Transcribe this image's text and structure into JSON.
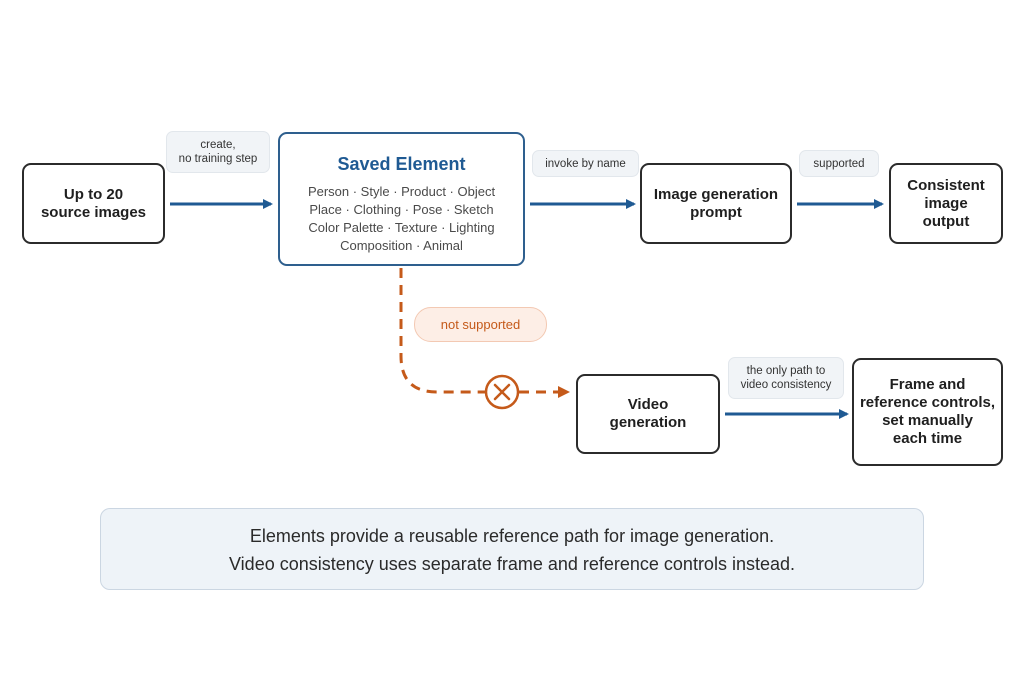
{
  "nodes": {
    "source": "Up to 20\nsource images",
    "prompt": "Image generation\nprompt",
    "output": "Consistent\nimage\noutput",
    "video": "Video\ngeneration",
    "frame": "Frame and\nreference controls,\nset manually\neach time"
  },
  "saved_element": {
    "title": "Saved Element",
    "types": [
      "Person · Style · Product · Object",
      "Place · Clothing · Pose · Sketch",
      "Color Palette · Texture · Lighting",
      "Composition · Animal"
    ]
  },
  "edge_labels": {
    "create": "create,\nno training step",
    "invoke": "invoke by name",
    "supported": "supported",
    "not_supported": "not supported",
    "only_path": "the only path to\nvideo consistency"
  },
  "summary": {
    "line1": "Elements provide a reusable reference path for image generation.",
    "line2": "Video consistency uses separate frame and reference controls instead."
  },
  "colors": {
    "blue_arrow": "#1f5a93",
    "orange_dashed": "#c55a1a",
    "node_border": "#2b2b2b"
  }
}
